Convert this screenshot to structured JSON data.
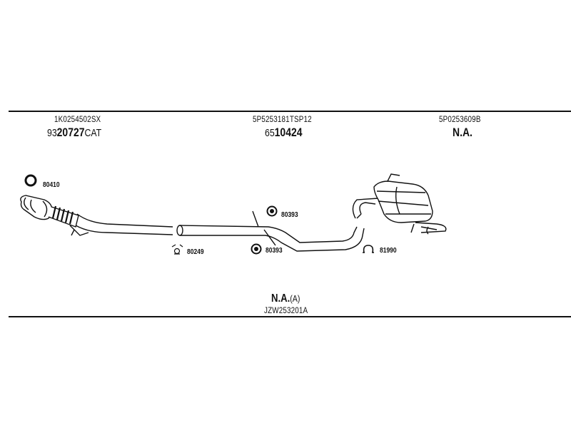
{
  "sections": [
    {
      "part_no": "1K0254502SX",
      "prefix": "93",
      "code": "20727",
      "suffix": "CAT"
    },
    {
      "part_no": "5P5253181TSP12",
      "prefix": "65",
      "code": "10424",
      "suffix": ""
    },
    {
      "part_no": "5P0253609B",
      "prefix": "",
      "code": "N.A.",
      "suffix": ""
    }
  ],
  "parts": [
    {
      "number": "80410",
      "icon": "gasket-ring-icon"
    },
    {
      "number": "80249",
      "icon": "clamp-icon"
    },
    {
      "number": "80393",
      "icon": "rubber-mount-icon"
    },
    {
      "number": "80393",
      "icon": "rubber-mount-icon"
    },
    {
      "number": "81990",
      "icon": "hanger-icon"
    }
  ],
  "footer": {
    "code": "N.A.",
    "suffix": "(A)",
    "kit_no": "JZW253201A"
  }
}
